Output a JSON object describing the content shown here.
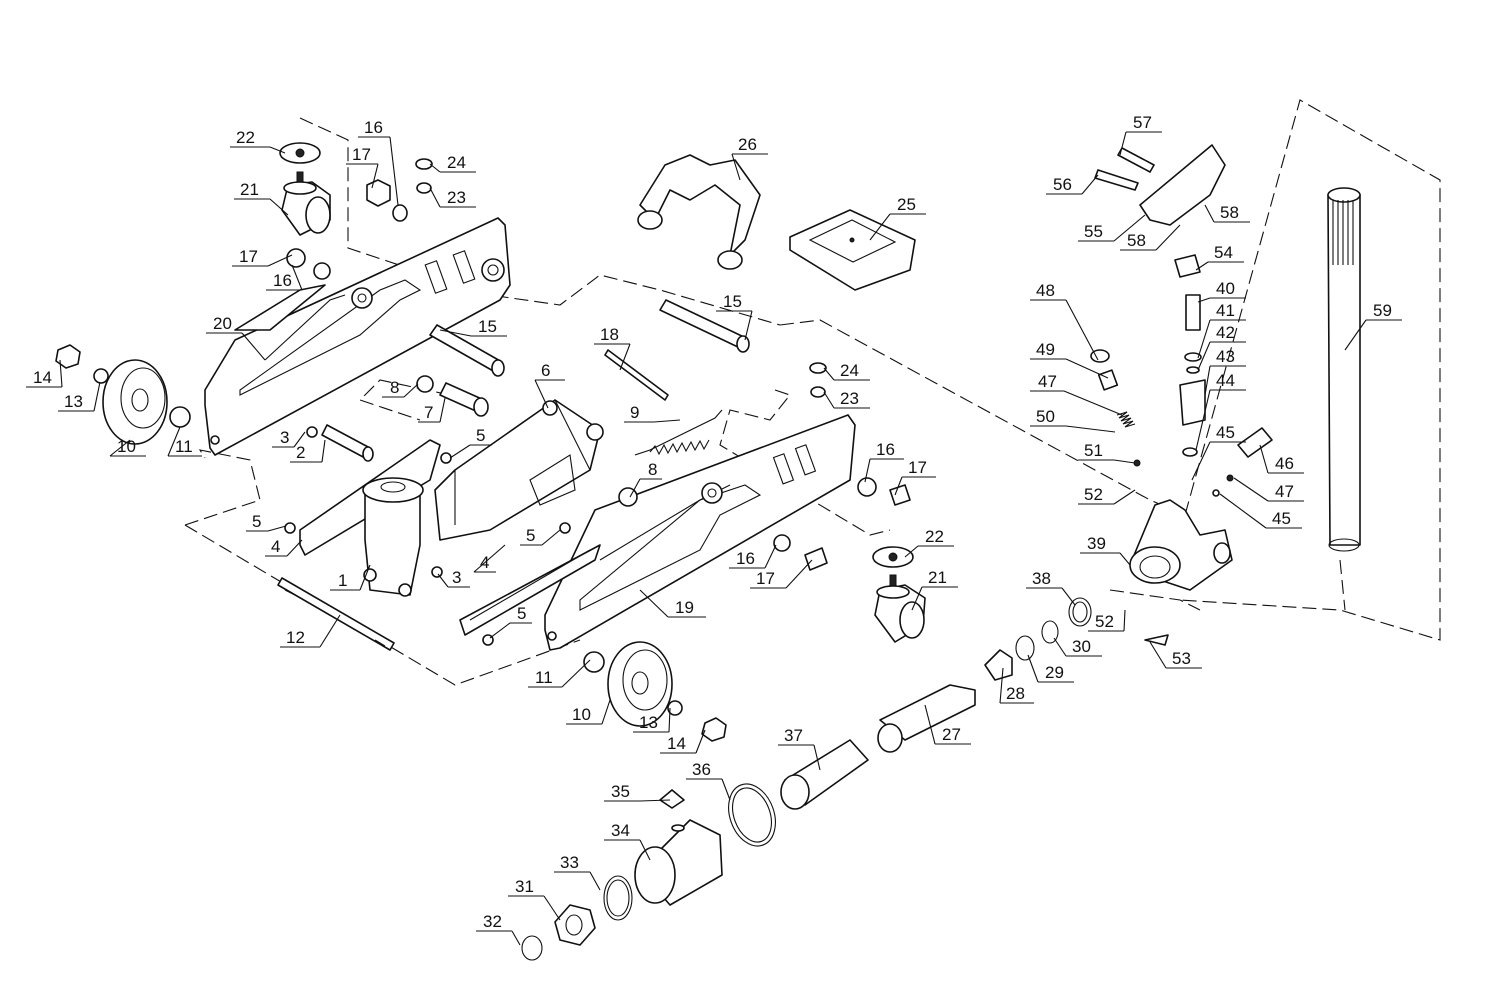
{
  "diagram": {
    "type": "exploded-parts-diagram",
    "parts": [
      {
        "key": "p1",
        "number": "1"
      },
      {
        "key": "p2",
        "number": "2"
      },
      {
        "key": "p3a",
        "number": "3"
      },
      {
        "key": "p3b",
        "number": "3"
      },
      {
        "key": "p4a",
        "number": "4"
      },
      {
        "key": "p4b",
        "number": "4"
      },
      {
        "key": "p5a",
        "number": "5"
      },
      {
        "key": "p5b",
        "number": "5"
      },
      {
        "key": "p5c",
        "number": "5"
      },
      {
        "key": "p5d",
        "number": "5"
      },
      {
        "key": "p6",
        "number": "6"
      },
      {
        "key": "p7",
        "number": "7"
      },
      {
        "key": "p8a",
        "number": "8"
      },
      {
        "key": "p8b",
        "number": "8"
      },
      {
        "key": "p9",
        "number": "9"
      },
      {
        "key": "p10a",
        "number": "10"
      },
      {
        "key": "p10b",
        "number": "10"
      },
      {
        "key": "p11a",
        "number": "11"
      },
      {
        "key": "p11b",
        "number": "11"
      },
      {
        "key": "p12",
        "number": "12"
      },
      {
        "key": "p13a",
        "number": "13"
      },
      {
        "key": "p13b",
        "number": "13"
      },
      {
        "key": "p14a",
        "number": "14"
      },
      {
        "key": "p14b",
        "number": "14"
      },
      {
        "key": "p15a",
        "number": "15"
      },
      {
        "key": "p15b",
        "number": "15"
      },
      {
        "key": "p16a",
        "number": "16"
      },
      {
        "key": "p16b",
        "number": "16"
      },
      {
        "key": "p16c",
        "number": "16"
      },
      {
        "key": "p16d",
        "number": "16"
      },
      {
        "key": "p17a",
        "number": "17"
      },
      {
        "key": "p17b",
        "number": "17"
      },
      {
        "key": "p17c",
        "number": "17"
      },
      {
        "key": "p17d",
        "number": "17"
      },
      {
        "key": "p18",
        "number": "18"
      },
      {
        "key": "p19",
        "number": "19"
      },
      {
        "key": "p20",
        "number": "20"
      },
      {
        "key": "p21a",
        "number": "21"
      },
      {
        "key": "p21b",
        "number": "21"
      },
      {
        "key": "p22a",
        "number": "22"
      },
      {
        "key": "p22b",
        "number": "22"
      },
      {
        "key": "p23a",
        "number": "23"
      },
      {
        "key": "p23b",
        "number": "23"
      },
      {
        "key": "p24a",
        "number": "24"
      },
      {
        "key": "p24b",
        "number": "24"
      },
      {
        "key": "p25",
        "number": "25"
      },
      {
        "key": "p26",
        "number": "26"
      },
      {
        "key": "p27",
        "number": "27"
      },
      {
        "key": "p28",
        "number": "28"
      },
      {
        "key": "p29",
        "number": "29"
      },
      {
        "key": "p30",
        "number": "30"
      },
      {
        "key": "p31",
        "number": "31"
      },
      {
        "key": "p32",
        "number": "32"
      },
      {
        "key": "p33",
        "number": "33"
      },
      {
        "key": "p34",
        "number": "34"
      },
      {
        "key": "p35",
        "number": "35"
      },
      {
        "key": "p36",
        "number": "36"
      },
      {
        "key": "p37",
        "number": "37"
      },
      {
        "key": "p38",
        "number": "38"
      },
      {
        "key": "p39",
        "number": "39"
      },
      {
        "key": "p40",
        "number": "40"
      },
      {
        "key": "p41",
        "number": "41"
      },
      {
        "key": "p42",
        "number": "42"
      },
      {
        "key": "p43",
        "number": "43"
      },
      {
        "key": "p44",
        "number": "44"
      },
      {
        "key": "p45a",
        "number": "45"
      },
      {
        "key": "p45b",
        "number": "45"
      },
      {
        "key": "p46",
        "number": "46"
      },
      {
        "key": "p47a",
        "number": "47"
      },
      {
        "key": "p47b",
        "number": "47"
      },
      {
        "key": "p48",
        "number": "48"
      },
      {
        "key": "p49",
        "number": "49"
      },
      {
        "key": "p50",
        "number": "50"
      },
      {
        "key": "p51",
        "number": "51"
      },
      {
        "key": "p52a",
        "number": "52"
      },
      {
        "key": "p52b",
        "number": "52"
      },
      {
        "key": "p53",
        "number": "53"
      },
      {
        "key": "p54",
        "number": "54"
      },
      {
        "key": "p55",
        "number": "55"
      },
      {
        "key": "p56",
        "number": "56"
      },
      {
        "key": "p57",
        "number": "57"
      },
      {
        "key": "p58a",
        "number": "58"
      },
      {
        "key": "p58b",
        "number": "58"
      },
      {
        "key": "p59",
        "number": "59"
      }
    ]
  }
}
